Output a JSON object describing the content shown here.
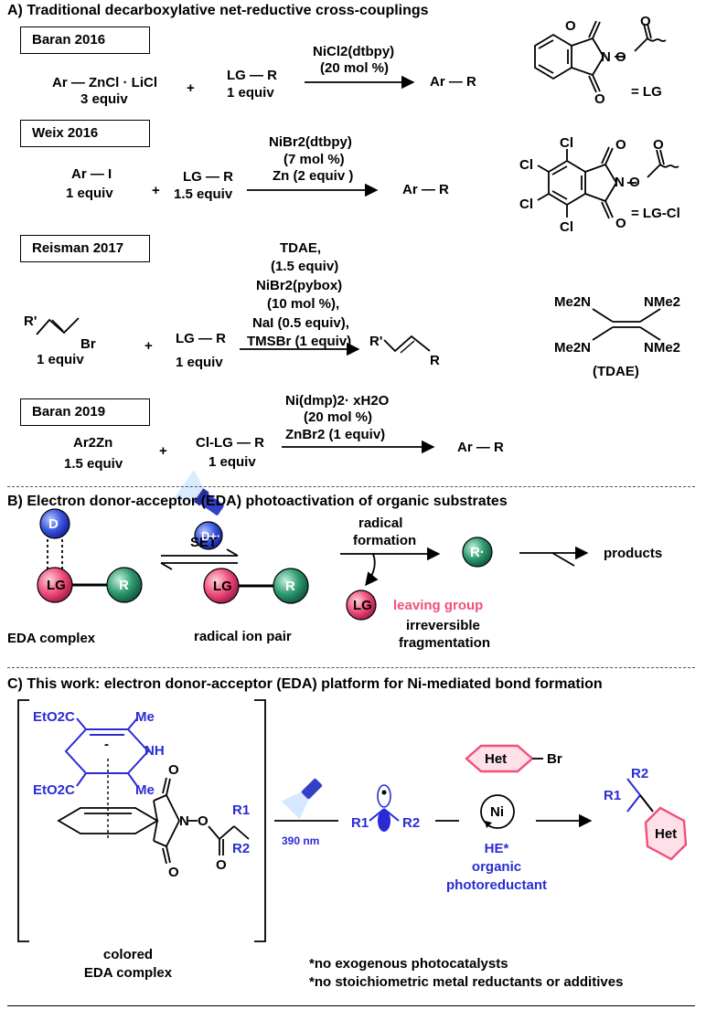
{
  "sectionA": {
    "title": "A) Traditional decarboxylative net-reductive cross-couplings",
    "baran2016": {
      "label": "Baran 2016",
      "reagent": "Ar — ZnCl · LiCl",
      "reagent_eq": "3 equiv",
      "plus": "+",
      "partner": "LG — R",
      "partner_eq": "1 equiv",
      "cond1": "NiCl2(dtbpy)",
      "cond2": "(20 mol %)",
      "product": "Ar — R",
      "lg_label": "= LG"
    },
    "weix2016": {
      "label": "Weix 2016",
      "reagent": "Ar — I",
      "reagent_eq": "1 equiv",
      "plus": "+",
      "partner": "LG — R",
      "partner_eq": "1.5 equiv",
      "cond1": "NiBr2(dtbpy)",
      "cond2": "(7 mol %)",
      "cond3": "Zn (2 equiv )",
      "product": "Ar — R",
      "lg_label": "= LG-Cl",
      "cl": "Cl"
    },
    "reisman2017": {
      "label": "Reisman 2017",
      "reagent_r": "R'",
      "reagent_br": "Br",
      "reagent_eq": "1 equiv",
      "plus": "+",
      "partner": "LG — R",
      "partner_eq": "1 equiv",
      "cond1": "TDAE,",
      "cond2": "(1.5 equiv)",
      "cond3": "NiBr2(pybox)",
      "cond4": "(10 mol %),",
      "cond5": "NaI (0.5 equiv),",
      "cond6": "TMSBr (1 equiv)",
      "product_r1": "R'",
      "product_r2": "R",
      "tdae_me2n": "Me2N",
      "tdae_nme2": "NMe2",
      "tdae_label": "(TDAE)"
    },
    "baran2019": {
      "label": "Baran 2019",
      "reagent": "Ar2Zn",
      "reagent_eq": "1.5 equiv",
      "plus": "+",
      "partner": "Cl-LG — R",
      "partner_eq": "1 equiv",
      "cond1": "Ni(dmp)2· xH2O",
      "cond2": "(20 mol %)",
      "cond3": "ZnBr2 (1 equiv)",
      "product": "Ar — R"
    },
    "atoms": {
      "O": "O",
      "N": "N"
    }
  },
  "sectionB": {
    "title": "B) Electron donor-acceptor (EDA) photoactivation of organic substrates",
    "D": "D",
    "LG": "LG",
    "R": "R",
    "D_cation": "D+·",
    "LG_anion": "LG",
    "hv": "hν",
    "set": "SET",
    "radical1": "radical",
    "radical2": "formation",
    "r_dot": "R·",
    "products": "products",
    "eda_complex": "EDA complex",
    "ion_pair": "radical ion pair",
    "leaving_group": "leaving group",
    "irrev1": "irreversible",
    "irrev2": "fragmentation"
  },
  "sectionC": {
    "title": "C) This work: electron donor-acceptor (EDA) platform for Ni-mediated bond formation",
    "eto2c": "EtO2C",
    "me": "Me",
    "nh": "NH",
    "r1": "R1",
    "r2": "R2",
    "minus": "-",
    "nm": "390 nm",
    "hv": "hν",
    "het": "Het",
    "br": "Br",
    "ni": "Ni",
    "he": "HE*",
    "organic": "organic",
    "photoreductant": "photoreductant",
    "colored": "colored",
    "eda": "EDA complex",
    "note1": "*no exogenous photocatalysts",
    "note2": "*no stoichiometric metal reductants or additives"
  },
  "colors": {
    "blue": "#2b2bd6",
    "pink": "#f0507a",
    "green": "#2e9a6e",
    "sphere_blue": "#3a55e0"
  }
}
